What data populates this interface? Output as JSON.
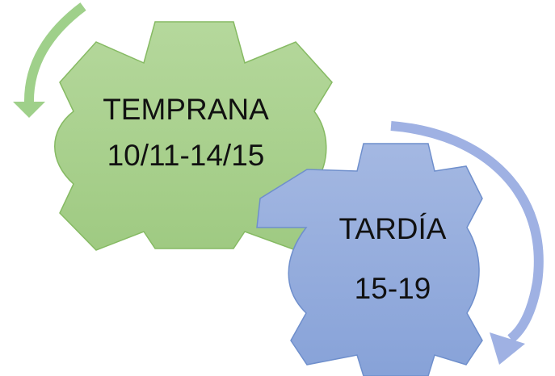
{
  "gears": [
    {
      "title": "TEMPRANA",
      "subtitle": "10/11-14/15",
      "fill": "#a9d08e",
      "stroke": "#86ba63"
    },
    {
      "title": "TARDÍA",
      "subtitle": "15-19",
      "fill": "#8ea9db",
      "stroke": "#6f8fcc"
    }
  ],
  "arrows": {
    "green": "#9fd08a",
    "blue": "#9fb1e3"
  }
}
